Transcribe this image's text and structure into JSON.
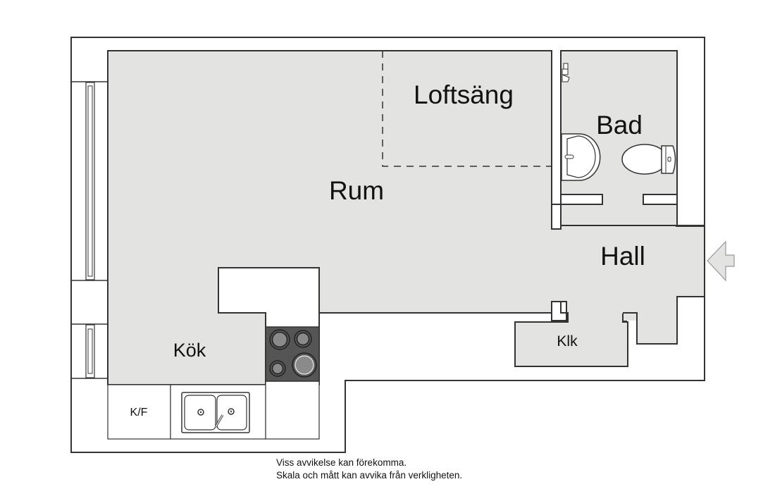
{
  "floorplan": {
    "rooms": {
      "rum": "Rum",
      "loftsang": "Loftsäng",
      "bad": "Bad",
      "hall": "Hall",
      "kok": "Kök",
      "klk": "Klk",
      "kf": "K/F"
    },
    "entrance": "entrance-arrow",
    "colors": {
      "floor": "#e3e3e2",
      "wall": "#333333",
      "stove": "#555555"
    }
  },
  "disclaimer": {
    "line1": "Viss avvikelse kan förekomma.",
    "line2": "Skala och mått kan avvika från verkligheten."
  }
}
